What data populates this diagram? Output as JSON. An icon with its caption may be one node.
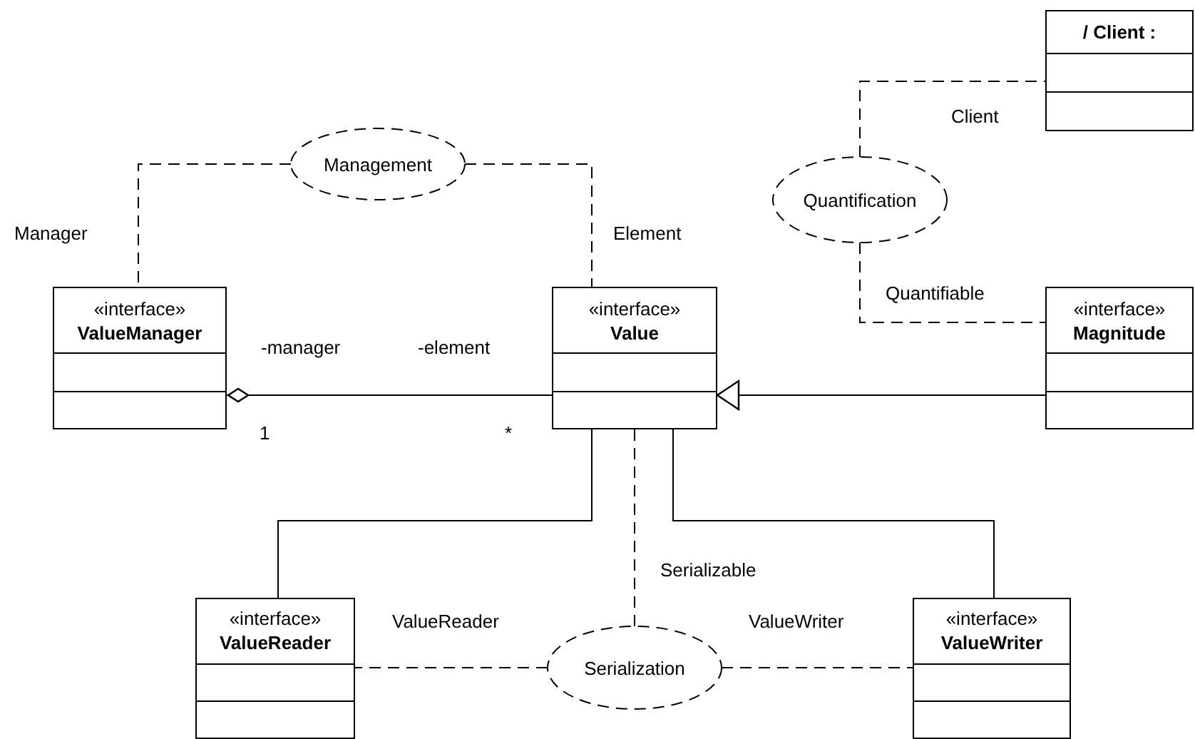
{
  "diagram": {
    "nodes": [
      {
        "text": [
          "Management"
        ]
      },
      {
        "text": [
          "«interface»",
          "ValueManager"
        ]
      },
      {
        "text": [
          "«interface»",
          "Value"
        ]
      },
      {
        "text": [
          "/ Client :"
        ]
      },
      {
        "text": [
          "Quantification"
        ]
      },
      {
        "text": [
          "«interface»",
          "Magnitude"
        ]
      },
      {
        "text": [
          "«interface»",
          "ValueReader"
        ]
      },
      {
        "text": [
          "Serialization"
        ]
      },
      {
        "text": [
          "«interface»",
          "ValueWriter"
        ]
      }
    ],
    "edges": [
      {
        "from": 0,
        "to": 1,
        "arrow": "none",
        "style": "dashed",
        "label": "Manager"
      },
      {
        "from": 0,
        "to": 2,
        "arrow": "none",
        "style": "dashed",
        "label": "Element"
      },
      {
        "from": 1,
        "to": 2,
        "arrow": "other"
      },
      {
        "from": 5,
        "to": 2,
        "arrow": "to"
      },
      {
        "from": 2,
        "to": 6,
        "arrow": "none"
      },
      {
        "from": 2,
        "to": 8,
        "arrow": "none"
      },
      {
        "from": 7,
        "to": 2,
        "arrow": "none",
        "style": "dashed",
        "label": "Serializable"
      },
      {
        "from": 7,
        "to": 6,
        "arrow": "none",
        "style": "dashed",
        "label": "ValueReader"
      },
      {
        "from": 7,
        "to": 8,
        "arrow": "none",
        "style": "dashed",
        "label": "ValueWriter"
      },
      {
        "from": 4,
        "to": 3,
        "arrow": "none",
        "style": "dashed",
        "label": "Client"
      },
      {
        "from": 4,
        "to": 5,
        "arrow": "none",
        "style": "dashed",
        "label": "Quantifiable"
      }
    ],
    "labels": [
      "-manager",
      "-element",
      "1",
      "*"
    ]
  }
}
